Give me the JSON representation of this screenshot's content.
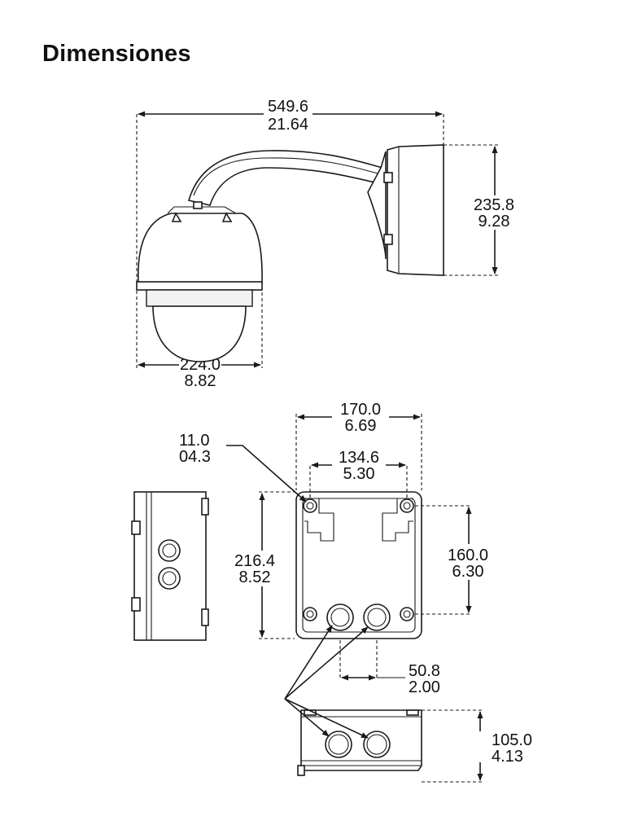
{
  "title": "Dimensiones",
  "side_view": {
    "overall_width": {
      "mm": "549.6",
      "in": "21.64"
    },
    "mount_height": {
      "mm": "235.8",
      "in": "9.28"
    },
    "dome_diameter": {
      "mm": "224.0",
      "in": "8.82"
    }
  },
  "box_view": {
    "hole_diameter": {
      "mm": "11.0",
      "in": "04.3"
    },
    "box_width": {
      "mm": "170.0",
      "in": "6.69"
    },
    "hole_spacing_horizontal": {
      "mm": "134.6",
      "in": "5.30"
    },
    "box_height": {
      "mm": "216.4",
      "in": "8.52"
    },
    "hole_spacing_vertical": {
      "mm": "160.0",
      "in": "6.30"
    },
    "conduit_spacing": {
      "mm": "50.8",
      "in": "2.00"
    },
    "box_depth": {
      "mm": "105.0",
      "in": "4.13"
    }
  },
  "colors": {
    "line": "#1a1a1a",
    "background": "#ffffff"
  }
}
